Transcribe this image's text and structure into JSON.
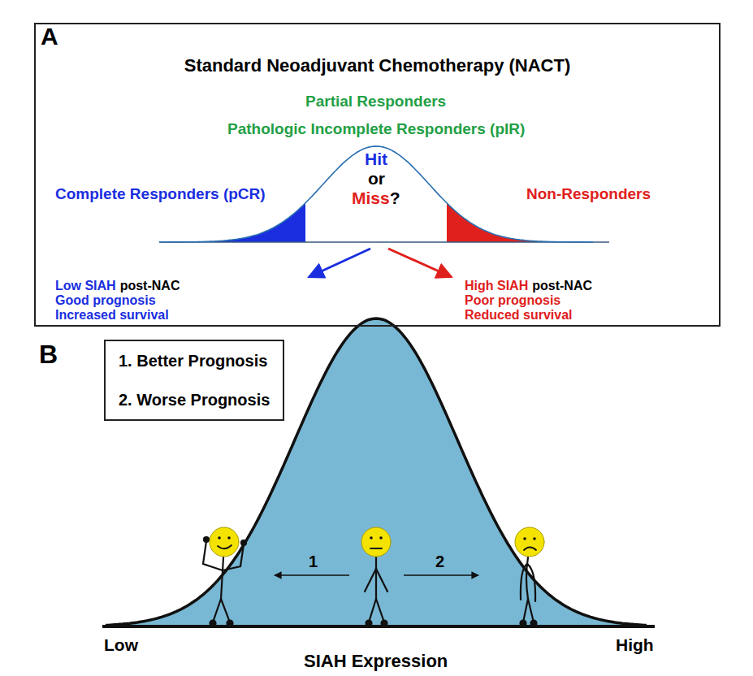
{
  "diagram": {
    "nodes": [
      {
        "text": [
          "Standard Neoadjuvant Chemotherapy (NACT)"
        ]
      },
      {
        "text": [
          "1. Better Prognosis",
          "2. Worse Prognosis"
        ]
      }
    ],
    "labels": [
      "A",
      "Partial Responders",
      "Pathologic Incomplete Responders (pIR)",
      "Hit",
      "or",
      "Miss",
      "?",
      "Complete Responders (pCR)",
      "Non-Responders",
      "Low SIAH",
      "post-NAC",
      "Good prognosis",
      "Increased survival",
      "High SIAH",
      "post-NAC",
      "Poor prognosis",
      "Reduced survival",
      "B",
      "1",
      "2",
      "Low",
      "High",
      "SIAH Expression"
    ]
  }
}
